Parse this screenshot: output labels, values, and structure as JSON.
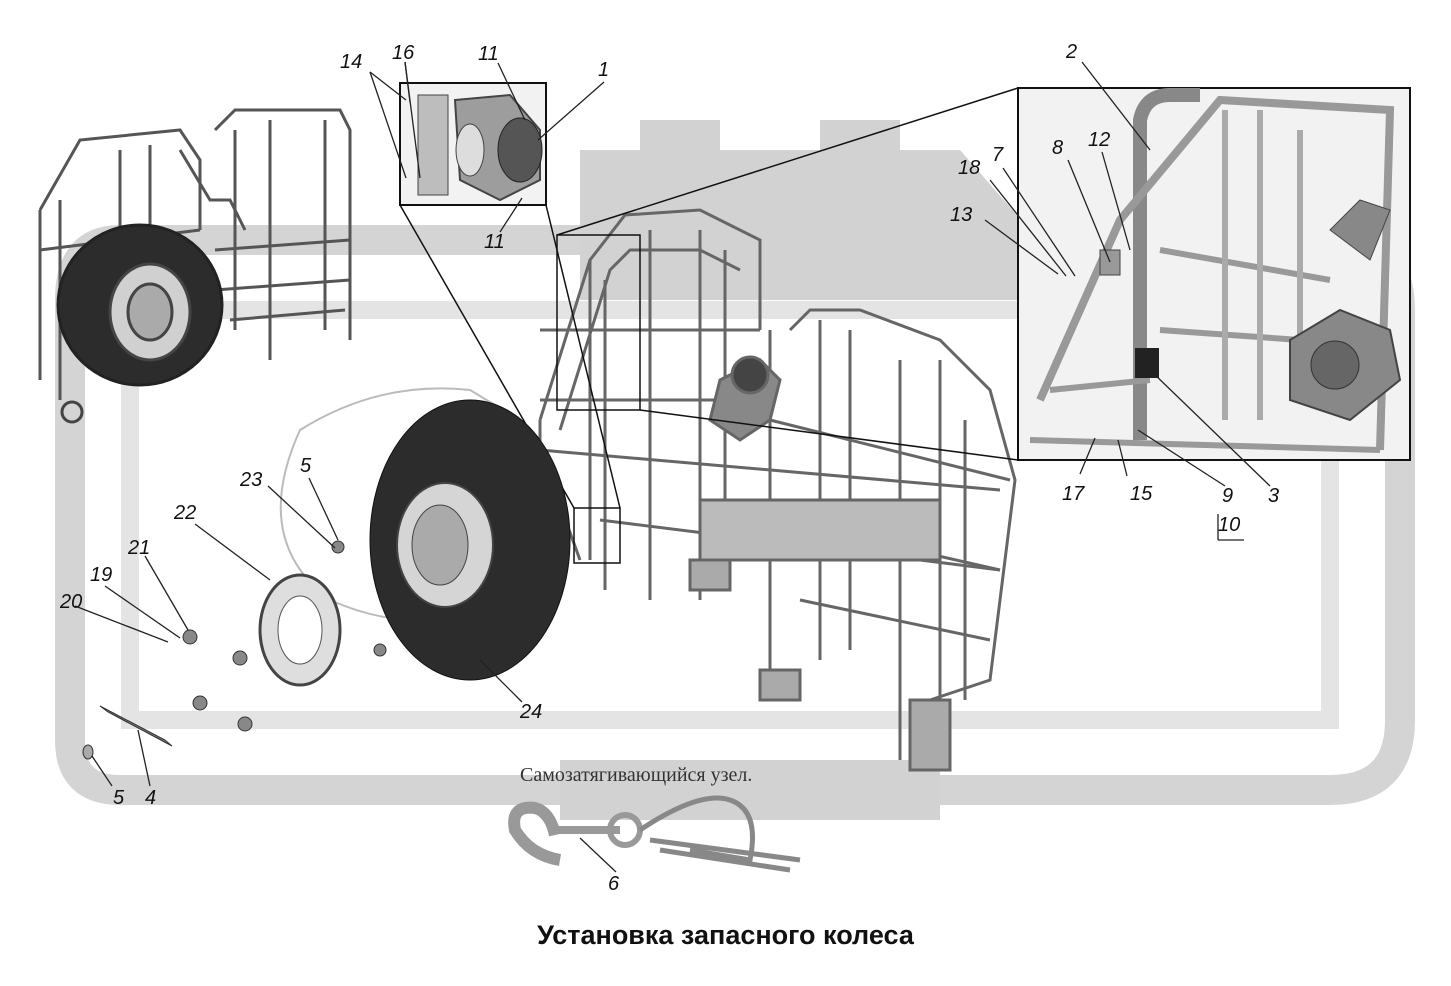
{
  "caption": "Установка запасного колеса",
  "note": "Самозатягивающийся узел.",
  "callouts": [
    {
      "id": "1",
      "text": "1"
    },
    {
      "id": "2",
      "text": "2"
    },
    {
      "id": "3",
      "text": "3"
    },
    {
      "id": "4",
      "text": "4"
    },
    {
      "id": "5a",
      "text": "5"
    },
    {
      "id": "5b",
      "text": "5"
    },
    {
      "id": "6",
      "text": "6"
    },
    {
      "id": "7",
      "text": "7"
    },
    {
      "id": "8",
      "text": "8"
    },
    {
      "id": "9",
      "text": "9"
    },
    {
      "id": "10",
      "text": "10"
    },
    {
      "id": "11a",
      "text": "11"
    },
    {
      "id": "11b",
      "text": "11"
    },
    {
      "id": "12",
      "text": "12"
    },
    {
      "id": "13",
      "text": "13"
    },
    {
      "id": "14",
      "text": "14"
    },
    {
      "id": "15",
      "text": "15"
    },
    {
      "id": "16",
      "text": "16"
    },
    {
      "id": "17",
      "text": "17"
    },
    {
      "id": "18",
      "text": "18"
    },
    {
      "id": "19",
      "text": "19"
    },
    {
      "id": "20",
      "text": "20"
    },
    {
      "id": "21",
      "text": "21"
    },
    {
      "id": "22",
      "text": "22"
    },
    {
      "id": "23",
      "text": "23"
    },
    {
      "id": "24",
      "text": "24"
    }
  ],
  "colors": {
    "watermark": "#d8d8d8",
    "part": "#9a9a9a",
    "tire": "#2e2e2e",
    "line": "#222222"
  }
}
